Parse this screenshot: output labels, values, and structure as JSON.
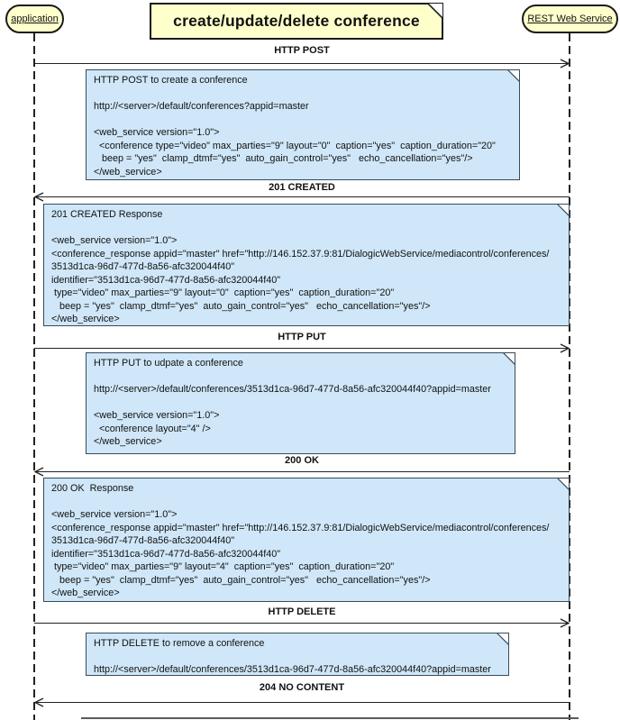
{
  "diagram": {
    "title": "create/update/delete conference",
    "actors": {
      "left": {
        "label": "application"
      },
      "right": {
        "label": "REST Web Service"
      }
    },
    "messages": [
      {
        "label": "HTTP POST",
        "direction": "right"
      },
      {
        "label": "201 CREATED",
        "direction": "left"
      },
      {
        "label": "HTTP PUT",
        "direction": "right"
      },
      {
        "label": "200 OK",
        "direction": "left"
      },
      {
        "label": "HTTP DELETE",
        "direction": "right"
      },
      {
        "label": "204 NO CONTENT",
        "direction": "left"
      }
    ],
    "notes": [
      {
        "text": "HTTP POST to create a conference\n\nhttp://<server>/default/conferences?appid=master\n\n<web_service version=\"1.0\">\n  <conference type=\"video\" max_parties=\"9\" layout=\"0\"  caption=\"yes\"  caption_duration=\"20\"\n   beep = \"yes\"  clamp_dtmf=\"yes\"  auto_gain_control=\"yes\"   echo_cancellation=\"yes\"/>\n</web_service>"
      },
      {
        "text": "201 CREATED Response\n\n<web_service version=\"1.0\">\n<conference_response appid=\"master\" href=\"http://146.152.37.9:81/DialogicWebService/mediacontrol/conferences/\n3513d1ca-96d7-477d-8a56-afc320044f40\"\nidentifier=\"3513d1ca-96d7-477d-8a56-afc320044f40\"\n type=\"video\" max_parties=\"9\" layout=\"0\"  caption=\"yes\"  caption_duration=\"20\"\n   beep = \"yes\"  clamp_dtmf=\"yes\"  auto_gain_control=\"yes\"   echo_cancellation=\"yes\"/>\n</web_service>"
      },
      {
        "text": "HTTP PUT to udpate a conference\n\nhttp://<server>/default/conferences/3513d1ca-96d7-477d-8a56-afc320044f40?appid=master\n\n<web_service version=\"1.0\">\n  <conference layout=\"4\" />\n</web_service>"
      },
      {
        "text": "200 OK  Response\n\n<web_service version=\"1.0\">\n<conference_response appid=\"master\" href=\"http://146.152.37.9:81/DialogicWebService/mediacontrol/conferences/\n3513d1ca-96d7-477d-8a56-afc320044f40\"\nidentifier=\"3513d1ca-96d7-477d-8a56-afc320044f40\"\n type=\"video\" max_parties=\"9\" layout=\"4\"  caption=\"yes\"  caption_duration=\"20\"\n   beep = \"yes\"  clamp_dtmf=\"yes\"  auto_gain_control=\"yes\"   echo_cancellation=\"yes\"/>\n</web_service>"
      },
      {
        "text": "HTTP DELETE to remove a conference\n\nhttp://<server>/default/conferences/3513d1ca-96d7-477d-8a56-afc320044f40?appid=master"
      }
    ],
    "colors": {
      "actor_fill": "#ffffcc",
      "note_fill": "#cfe7f8",
      "note_border": "#394b59",
      "actor_border": "#1a1a1a",
      "line": "#222222"
    }
  }
}
